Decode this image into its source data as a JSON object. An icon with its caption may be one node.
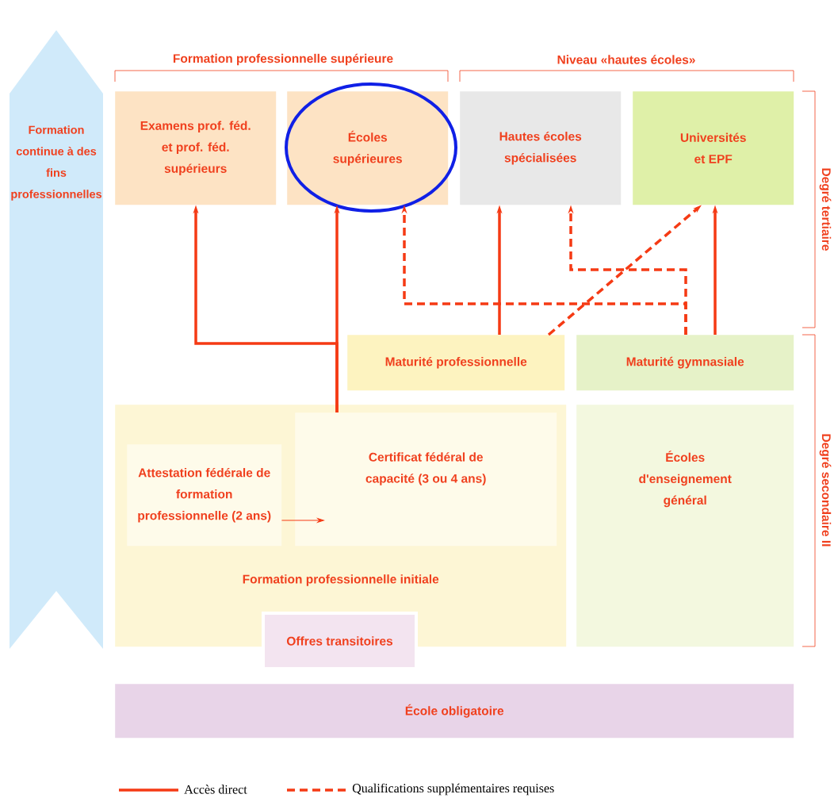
{
  "diagram": {
    "nodes": [
      {
        "text": [
          "Formation continue à des fins professionnelles"
        ]
      },
      {
        "text": [
          "Examens prof. féd. et prof. féd. supérieurs"
        ]
      },
      {
        "text": [
          "Écoles supérieures"
        ]
      },
      {
        "text": [
          "Hautes écoles spécialisées"
        ]
      },
      {
        "text": [
          "Universités et EPF"
        ]
      },
      {
        "text": [
          "Maturité professionnelle"
        ]
      },
      {
        "text": [
          "Maturité gymnasiale"
        ]
      },
      {
        "text": [
          "Formation professionnelle initiale"
        ]
      },
      {
        "text": [
          "Attestation fédérale de formation professionnelle (2 ans)"
        ],
        "in": 7
      },
      {
        "text": [
          "Certificat fédéral de capacité (3 ou 4 ans)"
        ],
        "in": 7
      },
      {
        "text": [
          "Écoles d'enseignement général"
        ]
      },
      {
        "text": [
          "Offres transitoires"
        ]
      },
      {
        "text": [
          "École obligatoire"
        ]
      }
    ],
    "edges": [
      {
        "from": 9,
        "to": 1,
        "arrow": "to"
      },
      {
        "from": 9,
        "to": 2,
        "arrow": "to"
      },
      {
        "from": 6,
        "to": 2,
        "arrow": "to",
        "style": "dashed"
      },
      {
        "from": 5,
        "to": 3,
        "arrow": "to"
      },
      {
        "from": 6,
        "to": 3,
        "arrow": "to",
        "style": "dashed"
      },
      {
        "from": 5,
        "to": 4,
        "arrow": "to",
        "style": "dashed"
      },
      {
        "from": 6,
        "to": 4,
        "arrow": "to"
      },
      {
        "from": 8,
        "to": 9,
        "arrow": "to"
      }
    ],
    "labels": [
      "Formation professionnelle supérieure",
      "Niveau «hautes écoles»",
      "Degré tertiaire",
      "Degré secondaire II"
    ],
    "legend": [
      {
        "text": "Accès direct"
      },
      {
        "text": "Qualifications supplémentaires requises"
      }
    ]
  }
}
